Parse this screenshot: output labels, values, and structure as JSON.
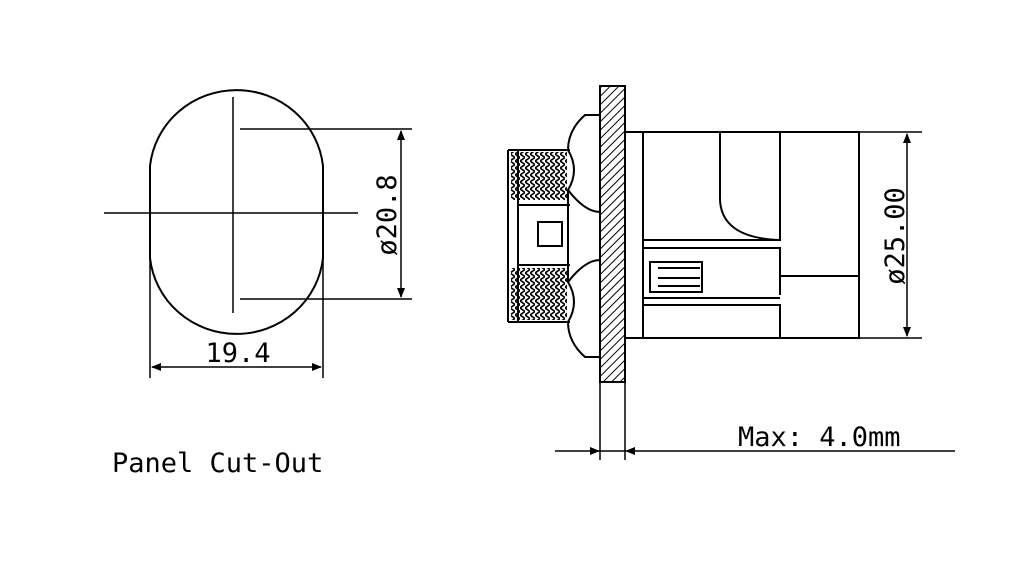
{
  "cutout": {
    "height_label": "ø20.8",
    "width_label": "19.4",
    "caption": "Panel Cut-Out"
  },
  "connector": {
    "diameter_label": "ø25.00",
    "max_panel_label": "Max: 4.0mm"
  }
}
